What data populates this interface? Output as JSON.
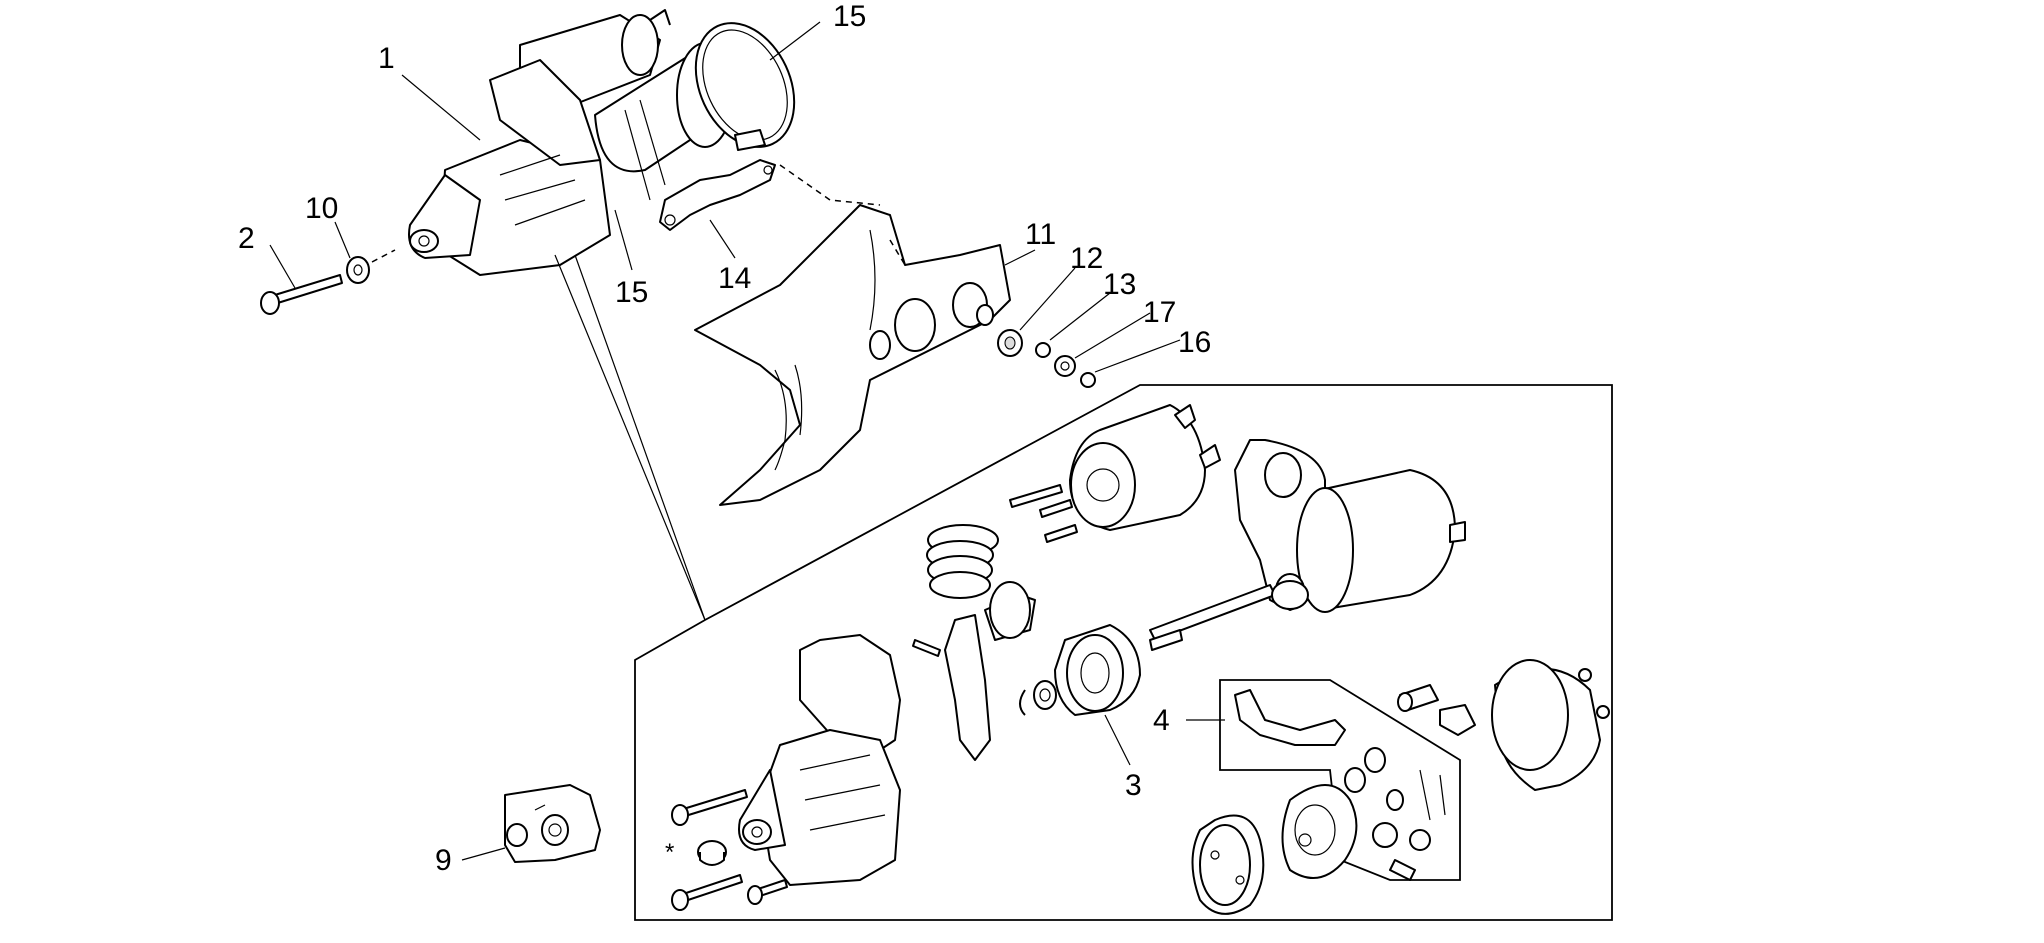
{
  "callouts": [
    "1",
    "2",
    "10",
    "15",
    "15",
    "14",
    "11",
    "12",
    "13",
    "17",
    "16",
    "4",
    "3",
    "9",
    "*"
  ],
  "parts": {
    "starter_motor": "1",
    "bolt": "2",
    "washer": "10",
    "clamp_band": "15",
    "clamp_band_lower": "15",
    "bracket_strap": "14",
    "heat_shield": "11",
    "rubber_bushing": "12",
    "spacer": "13",
    "flat_washer": "17",
    "nut": "16",
    "brush_holder_kit": "4",
    "drive_pinion": "3",
    "solenoid_cover": "9",
    "asterisk_note": "*"
  }
}
